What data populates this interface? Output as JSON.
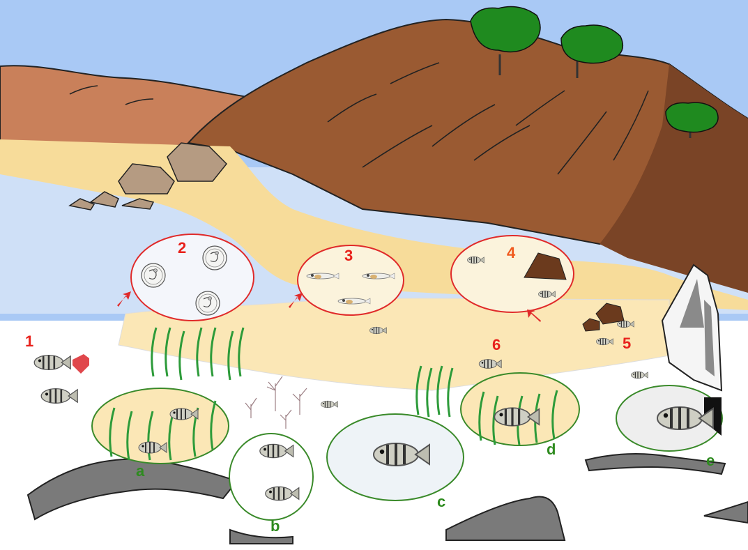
{
  "stage_labels": [
    "1",
    "2",
    "3",
    "4",
    "5",
    "6"
  ],
  "habitat_labels": [
    "a",
    "b",
    "c",
    "d",
    "e"
  ],
  "colors": {
    "sky": "#a9c9f5",
    "water": "#cfe0f7",
    "sand": "#f7dc9a",
    "sand_light": "#fbe7b6",
    "cliff_light": "#c9805a",
    "cliff_dark": "#9a5a32",
    "cliff_shadow": "#7a4426",
    "tree": "#1f8a1f",
    "stage_circle_border": "#e02a2a",
    "habitat_circle_border": "#3a8a2a",
    "stage_label": "#e8211b",
    "habitat_label": "#2e8b1f"
  },
  "icons": [
    "fish-icon",
    "egg-icon",
    "larva-icon",
    "heart-icon",
    "arrow-icon",
    "tree-icon",
    "rock-icon",
    "seagrass-icon",
    "coral-icon"
  ]
}
